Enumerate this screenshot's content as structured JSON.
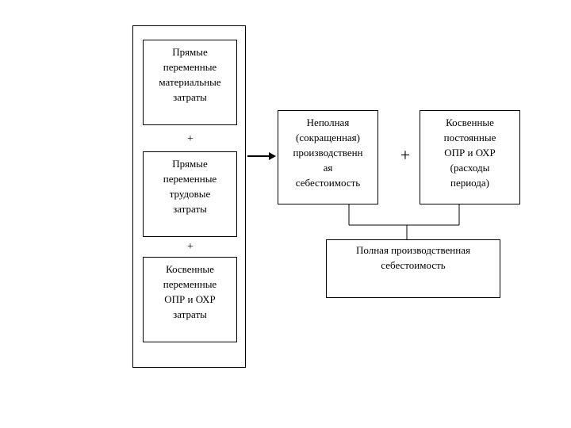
{
  "diagram": {
    "direct_material": "Прямые\nпеременные\nматериальные\nзатраты",
    "plus_1": "+",
    "direct_labor": "Прямые\nпеременные\nтрудовые\nзатраты",
    "plus_2": "+",
    "indirect_variable": "Косвенные\nпеременные\nОПР и ОХР\nзатраты",
    "partial_cost": "Неполная\n(сокращенная)\nпроизводственн\nая\nсебестоимость",
    "plus_3": "+",
    "indirect_fixed": "Косвенные\nпостоянные\nОПР и ОХР\n(расходы\nпериода)",
    "full_cost": "Полная производственная\nсебестоимость"
  }
}
